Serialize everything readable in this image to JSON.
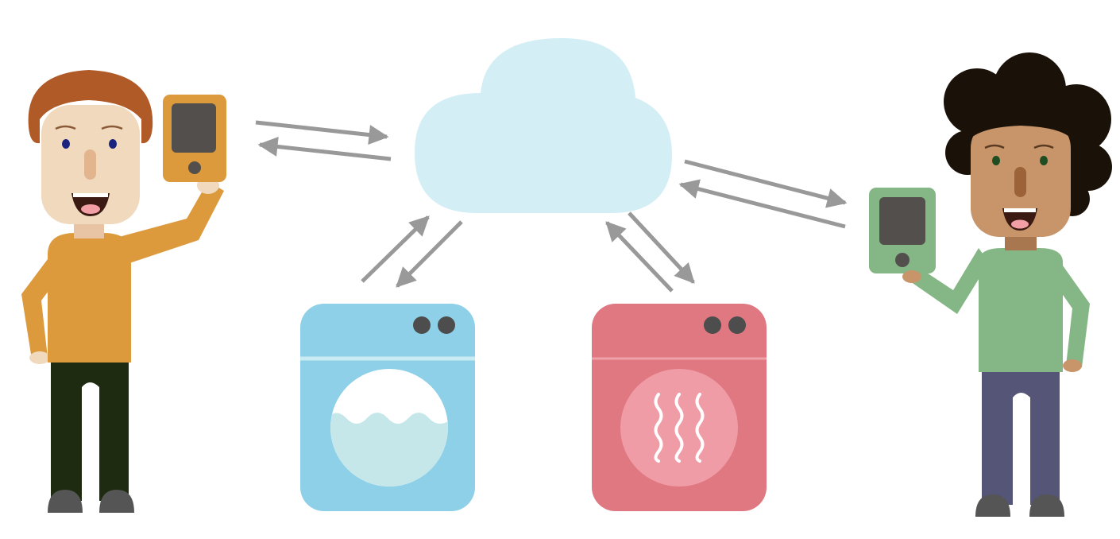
{
  "colors": {
    "background": "#ffffff",
    "cloud": "#d4eef6",
    "arrow": "#999999",
    "washer": "#8dd0e8",
    "washer_water": "#c5e7ea",
    "dryer": "#df7880",
    "dryer_drum": "#f09ca6",
    "knob": "#4d4d4d",
    "person_left_shirt": "#dc9a3c",
    "person_left_pants": "#1e2b10",
    "person_left_hair": "#b05a27",
    "person_left_skin": "#f0d9bd",
    "phone_left": "#dc9a3c",
    "person_right_shirt": "#85b786",
    "person_right_pants": "#555577",
    "person_right_hair": "#1a1208",
    "person_right_skin": "#c8946a",
    "phone_right": "#85b786",
    "phone_screen": "#524f4d",
    "shoe": "#555555"
  },
  "icons": [
    "person-left-icon",
    "phone-left-icon",
    "cloud-icon",
    "washing-machine-icon",
    "dryer-icon",
    "phone-right-icon",
    "person-right-icon"
  ],
  "links": [
    {
      "from": "phone-left-icon",
      "to": "cloud-icon",
      "direction": "bidirectional"
    },
    {
      "from": "cloud-icon",
      "to": "phone-right-icon",
      "direction": "bidirectional"
    },
    {
      "from": "cloud-icon",
      "to": "washing-machine-icon",
      "direction": "bidirectional"
    },
    {
      "from": "cloud-icon",
      "to": "dryer-icon",
      "direction": "bidirectional"
    }
  ]
}
